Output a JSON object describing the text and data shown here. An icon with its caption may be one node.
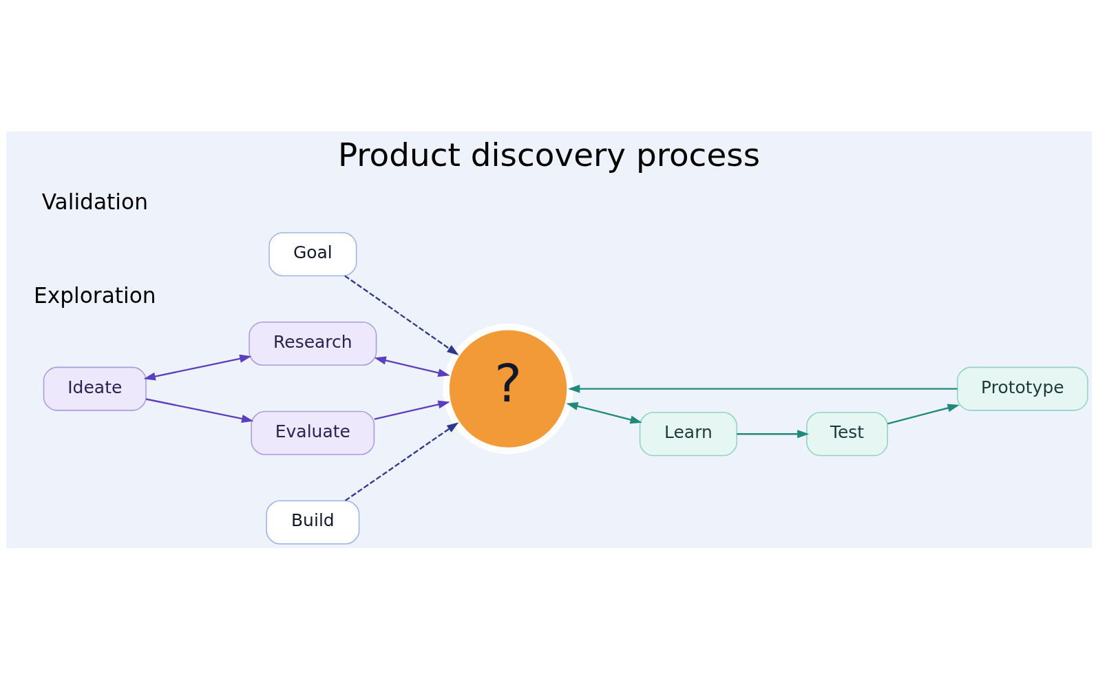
{
  "diagram": {
    "title": "Product discovery process",
    "nodes": [
      {
        "text": [
          "Research"
        ]
      },
      {
        "text": [
          "Goal"
        ]
      },
      {
        "text": [
          "Prototype"
        ]
      },
      {
        "text": [
          "Ideate"
        ]
      },
      {
        "text": [
          "?"
        ]
      },
      {
        "text": [
          "Test"
        ]
      },
      {
        "text": [
          "Evaluate"
        ]
      },
      {
        "text": [
          "Build"
        ]
      },
      {
        "text": [
          "Learn"
        ]
      }
    ],
    "edges": [
      {
        "from": 3,
        "to": 0,
        "arrow": "both",
        "color": "#5b3fbf"
      },
      {
        "from": 0,
        "to": 4,
        "arrow": "both",
        "color": "#5b3fbf"
      },
      {
        "from": 1,
        "to": 4,
        "arrow": "to",
        "style": "dashed",
        "color": "#2d3a8c"
      },
      {
        "from": 3,
        "to": 6,
        "arrow": "to",
        "color": "#5b3fbf"
      },
      {
        "from": 6,
        "to": 4,
        "arrow": "to",
        "color": "#5b3fbf"
      },
      {
        "from": 7,
        "to": 4,
        "arrow": "to",
        "style": "dashed",
        "color": "#2d3a8c"
      },
      {
        "from": 2,
        "to": 4,
        "arrow": "to",
        "color": "#1f8a7a"
      },
      {
        "from": 5,
        "to": 2,
        "arrow": "to",
        "color": "#1f8a7a"
      },
      {
        "from": 8,
        "to": 5,
        "arrow": "to",
        "color": "#1f8a7a"
      },
      {
        "from": 4,
        "to": 8,
        "arrow": "both",
        "color": "#1f8a7a"
      }
    ],
    "labels": [
      "Exploration",
      "Validation"
    ]
  }
}
